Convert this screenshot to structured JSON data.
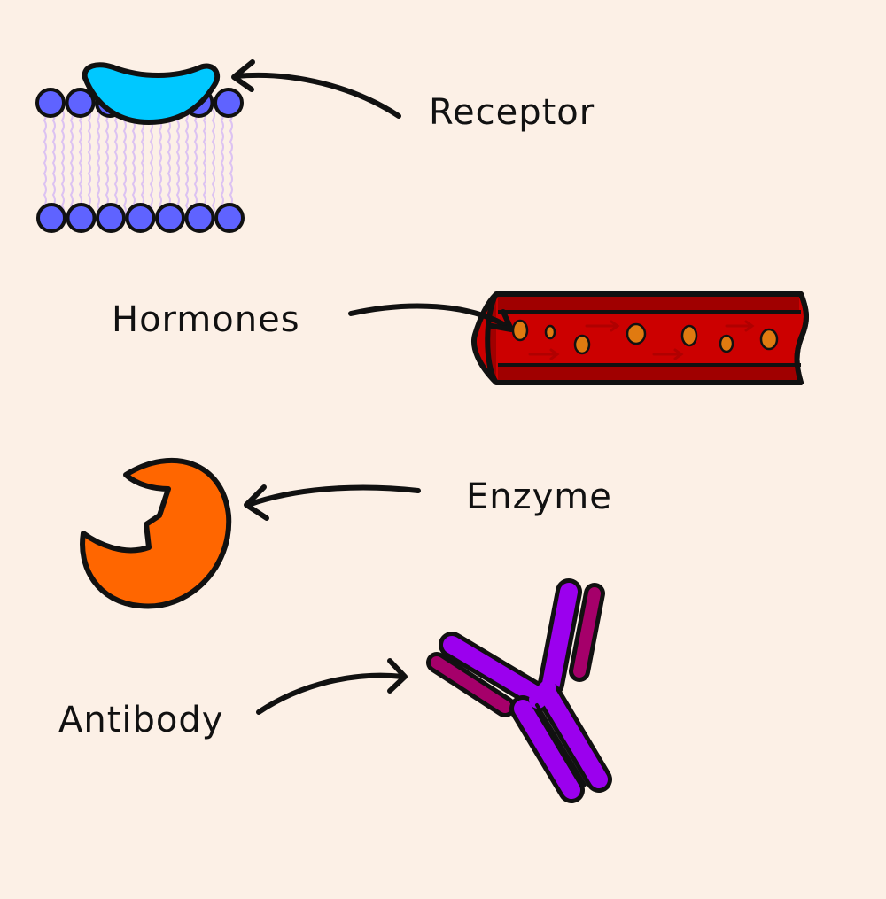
{
  "labels": {
    "receptor": "Receptor",
    "hormones": "Hormones",
    "enzyme": "Enzyme",
    "antibody": "Antibody"
  },
  "colors": {
    "background": "#fcf0e6",
    "receptor": "#00c8ff",
    "phospholipid_head": "#5f63ff",
    "lipid_tail": "#dcc2f2",
    "blood_vessel": "#cc0000",
    "vessel_wall": "#a00000",
    "hormone_particle": "#e07a10",
    "enzyme": "#ff6600",
    "antibody_heavy_chain": "#9b00ee",
    "antibody_light_chain": "#a5006a",
    "outline": "#111111"
  }
}
